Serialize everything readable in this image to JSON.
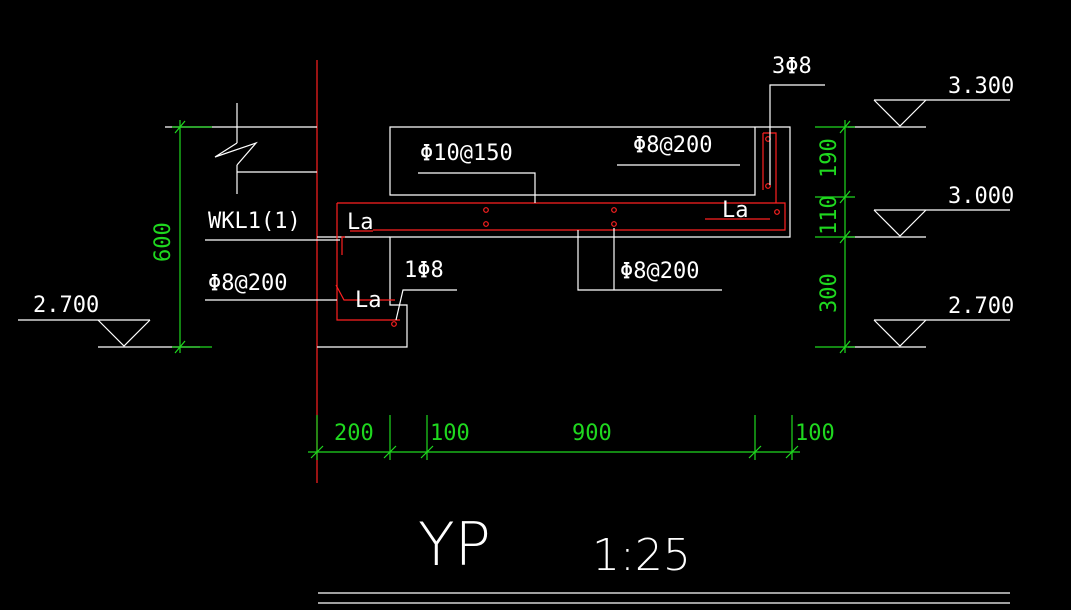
{
  "drawing": {
    "title": "YP",
    "scale": "1:25",
    "colors": {
      "background": "#000000",
      "line": "#ffffff",
      "rebar": "#ff2020",
      "dimension": "#1fd81f"
    }
  },
  "elevations": [
    {
      "id": "elev-left",
      "value": "2.700"
    },
    {
      "id": "elev-top",
      "value": "3.300"
    },
    {
      "id": "elev-mid",
      "value": "3.000"
    },
    {
      "id": "elev-bottom",
      "value": "2.700"
    }
  ],
  "rebar_labels": {
    "top_bar": "3Φ8",
    "top_distribution": "Φ8@200",
    "slab_main": "Φ10@150",
    "beam": "WKL1(1)",
    "stirrup_left": "Φ8@200",
    "corner_bar": "1Φ8",
    "lower_distribution": "Φ8@200",
    "anchor_left_upper": "La",
    "anchor_left_lower": "La",
    "anchor_right": "La"
  },
  "dimensions": {
    "horizontal": [
      "200",
      "100",
      "900",
      "100"
    ],
    "vertical_left": "600",
    "vertical_right": [
      "190",
      "110",
      "300"
    ]
  }
}
